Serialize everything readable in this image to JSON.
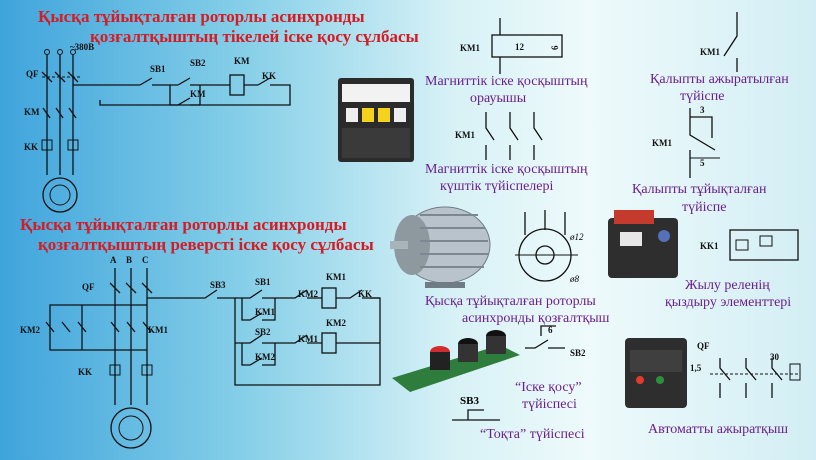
{
  "titles": {
    "direct_line1": "Қысқа тұйықталған роторлы асинхронды",
    "direct_line2": "қозғалтқыштың тікелей іске қосу сұлбасы",
    "reverse_line1": "Қысқа тұйықталған роторлы асинхронды",
    "reverse_line2": "қозғалтқыштың реверсті іске қосу сұлбасы"
  },
  "captions": {
    "coil_line1": "Магниттік іске қосқыштың",
    "coil_line2": "орауышы",
    "power_contacts_line1": "Магниттік іске қосқыштың",
    "power_contacts_line2": "күштік түйіспелері",
    "no_contact_line1": "Қалыпты ажыратылған",
    "no_contact_line2": "түйіспе",
    "nc_contact_line1": "Қалыпты тұйықталған",
    "nc_contact_line2": "түйіспе",
    "thermal_line1": "Жылу реленің",
    "thermal_line2": "қыздыру элементтері",
    "motor_line1": "Қысқа тұйықталған роторлы",
    "motor_line2": "асинхронды қозғалтқыш",
    "start_btn_line1": "“Іске қосу”",
    "start_btn_line2": "түйіспесі",
    "stop_btn": "“Тоқта” түйіспесі",
    "breaker": "Автоматты ажыратқыш"
  },
  "labels": {
    "QF": "QF",
    "KM": "KM",
    "KK": "KK",
    "KM1": "KM1",
    "KM2": "KM2",
    "KK1": "KK1",
    "SB1": "SB1",
    "SB2": "SB2",
    "SB3": "SB3",
    "voltage": "~380B",
    "A": "A",
    "B": "B",
    "C": "C",
    "dim_12": "12",
    "dim_6": "6",
    "dim_3": "3",
    "dim_5": "5",
    "dim_phi12": "ø12",
    "dim_phi8": "ø8",
    "dim_30": "30",
    "dim_1_5": "1,5"
  },
  "colors": {
    "title_red": "#d41c24",
    "caption_purple": "#6a1f8f"
  }
}
